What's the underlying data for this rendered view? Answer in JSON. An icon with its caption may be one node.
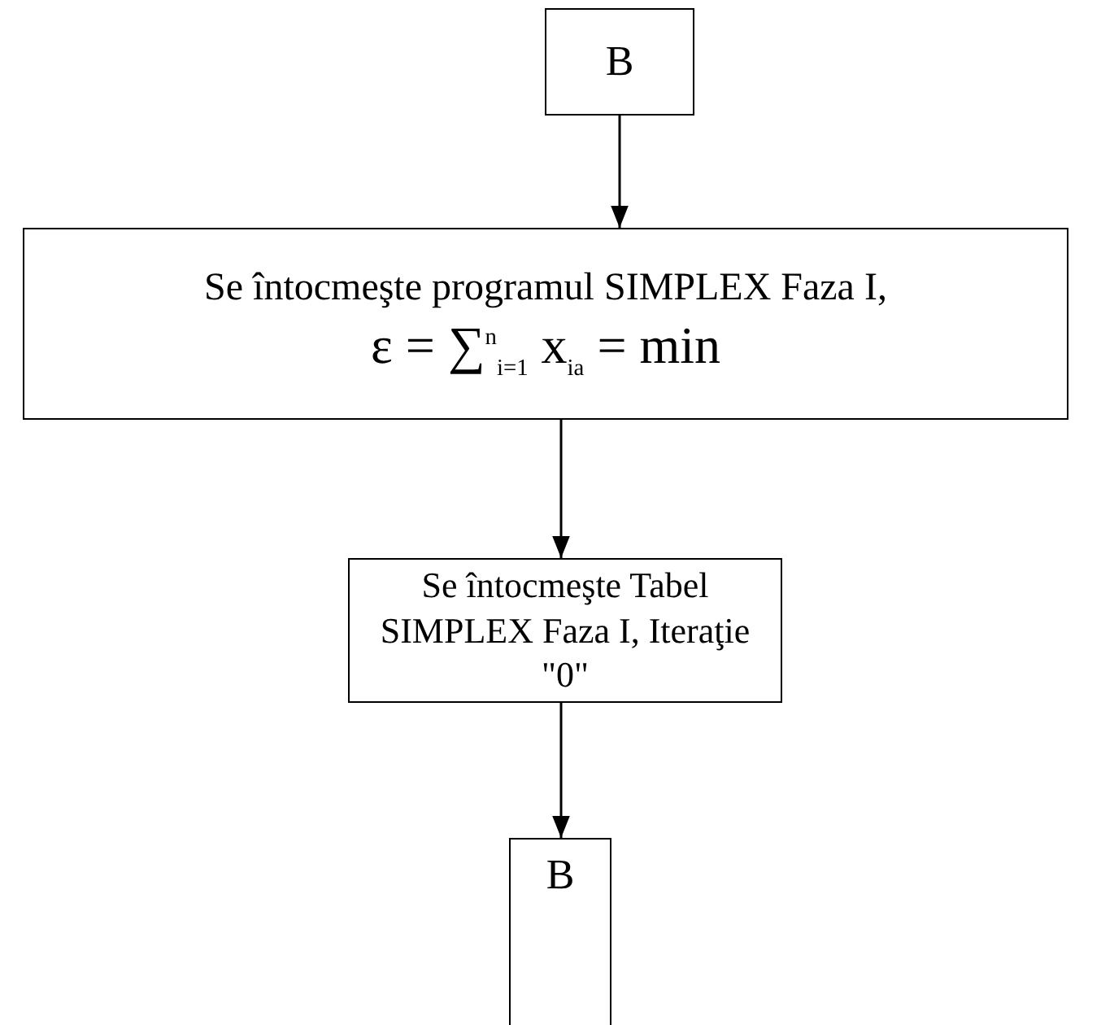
{
  "diagram": {
    "nodes": [
      {
        "text": [
          "B"
        ]
      },
      {
        "text": [
          "Se întocmeşte programul SIMPLEX Faza I,",
          "ε = ∑$^{n}$$_{i=1}$ x$_{ia}$ = min"
        ]
      },
      {
        "text": [
          "Se întocmeşte Tabel SIMPLEX Faza I, Iteraţie \"0\""
        ]
      },
      {
        "text": [
          "B"
        ]
      }
    ],
    "edges": [
      {
        "from": 0,
        "to": 1,
        "arrow": "to"
      },
      {
        "from": 1,
        "to": 2,
        "arrow": "to"
      },
      {
        "from": 2,
        "to": 3,
        "arrow": "to"
      }
    ]
  }
}
